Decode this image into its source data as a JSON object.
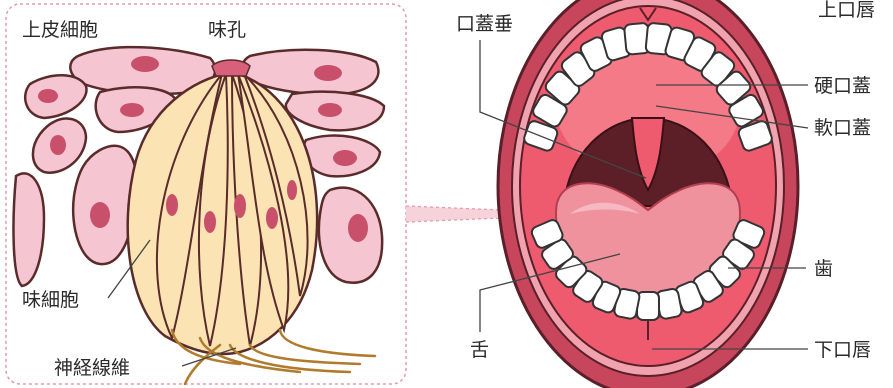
{
  "taste_bud": {
    "labels": {
      "epithelial_cell": "上皮細胞",
      "taste_pore": "味孔",
      "taste_cell": "味細胞",
      "nerve_fiber": "神経線維"
    }
  },
  "mouth": {
    "labels": {
      "upper_lip": "上口唇",
      "uvula": "口蓋垂",
      "hard_palate": "硬口蓋",
      "soft_palate": "軟口蓋",
      "teeth": "歯",
      "tongue": "舌",
      "lower_lip": "下口唇"
    }
  },
  "colors": {
    "epithelial_fill": "#f5c6d2",
    "epithelial_nucleus": "#c9506b",
    "taste_cell_fill": "#fbe3b4",
    "nerve": "#b07b2c",
    "lip": "#c8465c",
    "mouth_interior": "#ee5a6e",
    "throat": "#5c1f27",
    "tongue": "#f0919e",
    "tooth": "#ffffff"
  }
}
